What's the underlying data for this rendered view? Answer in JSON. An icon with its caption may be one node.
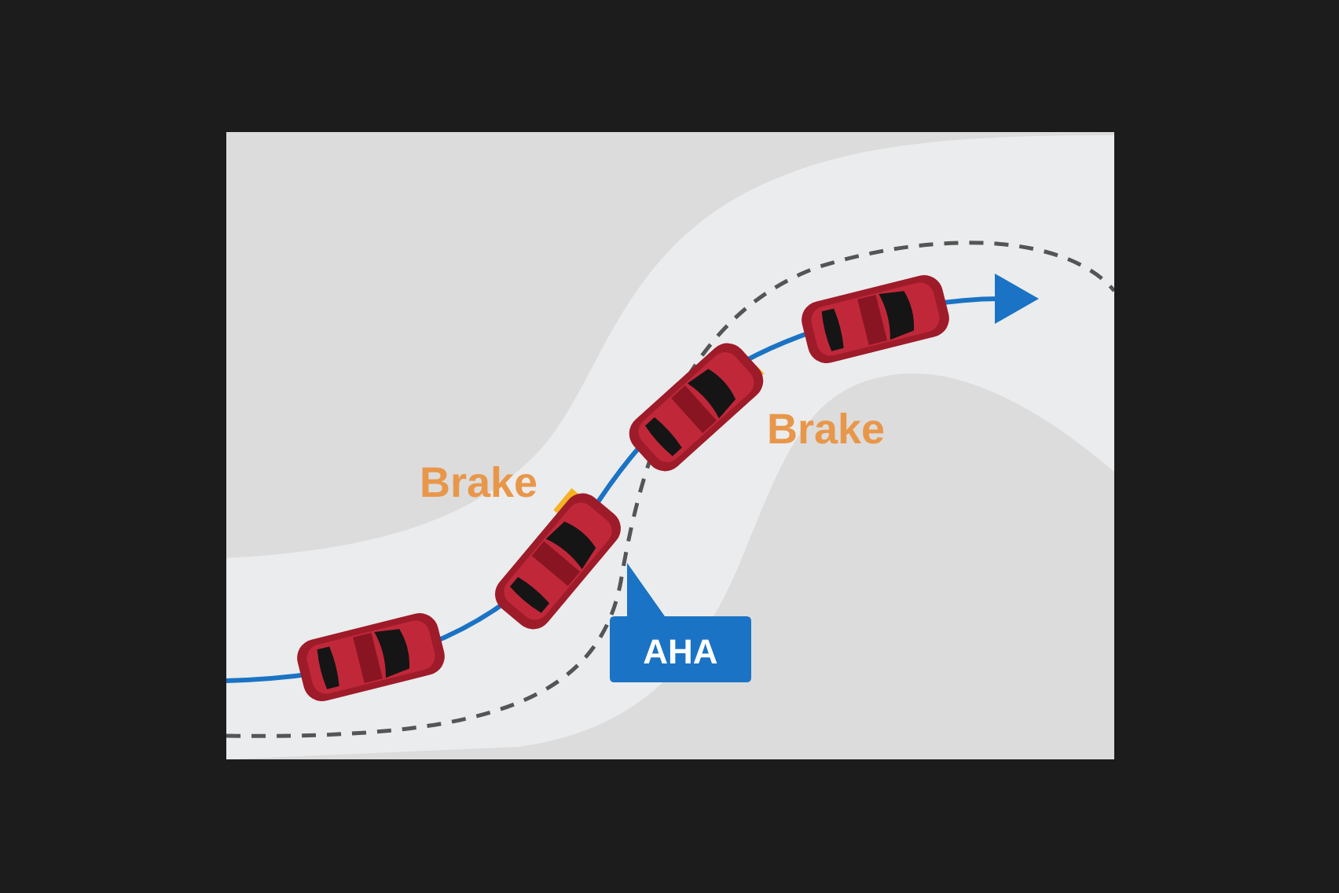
{
  "diagram": {
    "nodes": [
      {
        "text": [
          "AHA"
        ]
      }
    ],
    "edges": [],
    "labels": [
      "Brake",
      "Brake"
    ]
  }
}
